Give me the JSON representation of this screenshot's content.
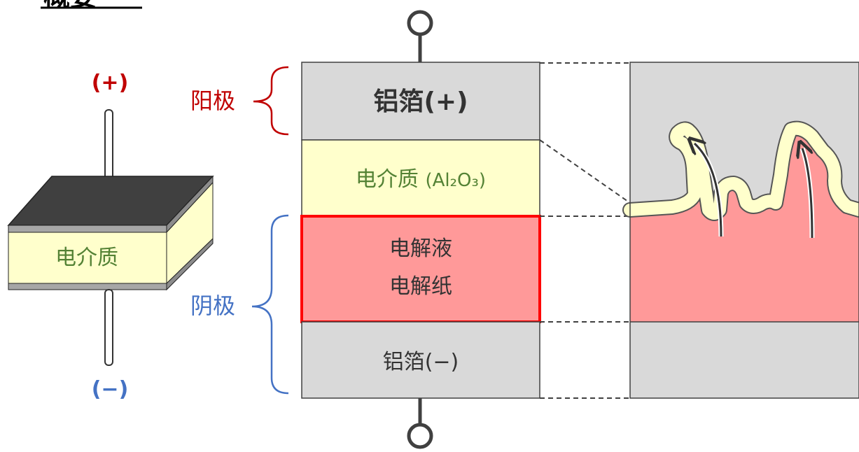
{
  "labels": {
    "heading": "概要",
    "plus_terminal": "(+)",
    "minus_terminal": "(−)",
    "anode": "阳极",
    "cathode": "阴极",
    "cap_dielectric": "电介质",
    "layer_al_foil_pos": "铝箔(+)",
    "layer_dielectric": "电介质",
    "layer_dielectric_formula": "(Al₂O₃)",
    "layer_electrolyte_line1": "电解液",
    "layer_electrolyte_line2": "电解纸",
    "layer_al_foil_neg": "铝箔(−)"
  },
  "colors": {
    "foil_gray": "#D9D9D9",
    "dielectric_yellow": "#FFFFCC",
    "electrolyte_pink": "#FF9999",
    "highlight_red": "#FF0000",
    "anode_red": "#C00000",
    "cathode_blue": "#4472C4",
    "dielectric_text_green": "#548235",
    "outline": "#404040"
  },
  "icons": [
    "terminal-circle-icon",
    "curly-brace-icon",
    "arrow-icon"
  ]
}
